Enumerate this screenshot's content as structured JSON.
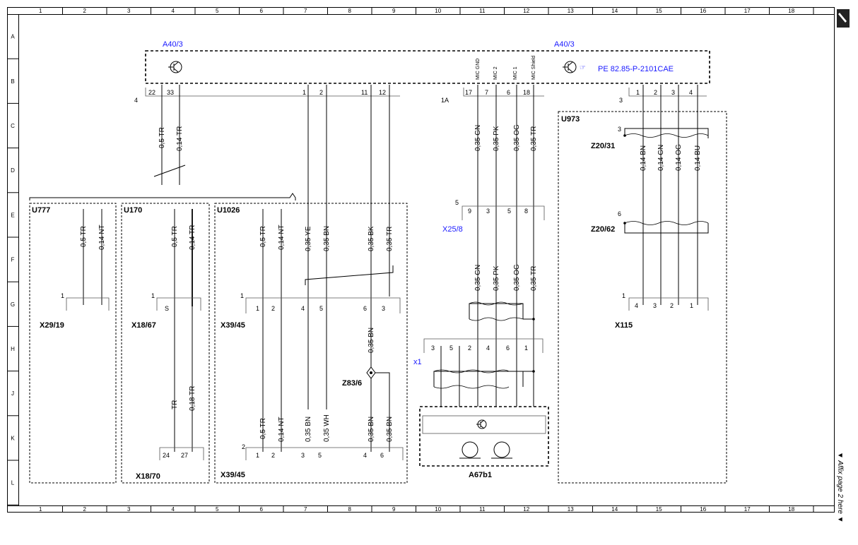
{
  "frame": {
    "columns": [
      "1",
      "2",
      "3",
      "4",
      "5",
      "6",
      "7",
      "8",
      "9",
      "10",
      "11",
      "12",
      "13",
      "14",
      "15",
      "16",
      "17",
      "18"
    ],
    "rows": [
      "A",
      "B",
      "C",
      "D",
      "E",
      "F",
      "G",
      "H",
      "J",
      "K",
      "L"
    ]
  },
  "components": {
    "a40_left": "A40/3",
    "a40_right": "A40/3",
    "pe_ref": "PE 82.85-P-2101CAE",
    "u777": "U777",
    "u170": "U170",
    "u1026": "U1026",
    "u973": "U973",
    "x25_8": "X25/8",
    "x1": "x1",
    "z20_31": "Z20/31",
    "z20_62": "Z20/62",
    "x115": "X115",
    "x29_19": "X29/19",
    "x18_67": "X18/67",
    "x39_45_top": "X39/45",
    "x39_45_bot": "X39/45",
    "x18_70_a": "X18/",
    "x18_70_b": "70",
    "z83_6": "Z83/6",
    "a67b1": "A67b1"
  },
  "connector_numbers": {
    "c4": "4",
    "c1a": "1A",
    "c3": "3",
    "c3_u973": "3",
    "c5": "5",
    "c6": "6",
    "c1_x29": "1",
    "c1_x18": "1",
    "c1_x39": "1",
    "c2_x39": "2",
    "c1_x115": "1"
  },
  "mic_labels": {
    "gnd": "MIC GND",
    "m2": "MIC 2",
    "m1": "MIC 1",
    "shield": "MIC Shield"
  },
  "pins": {
    "p22": "22",
    "p33": "33",
    "p1": "1",
    "p2": "2",
    "p11": "11",
    "p12": "12",
    "p17": "17",
    "p7": "7",
    "p6": "6",
    "p18": "18",
    "r1": "1",
    "r2": "2",
    "r3": "3",
    "r4": "4",
    "x25_9": "9",
    "x25_3": "3",
    "x25_5": "5",
    "x25_8": "8",
    "x39_1": "1",
    "x39_2": "2",
    "x39_4": "4",
    "x39_5": "5",
    "x39_6": "6",
    "x39_3": "3",
    "s": "S",
    "x1_3": "3",
    "x1_5": "5",
    "x1_2": "2",
    "x1_4": "4",
    "x1_6": "6",
    "x1_1": "1",
    "x115_4": "4",
    "x115_3": "3",
    "x115_2": "2",
    "x115_1": "1",
    "b_1": "1",
    "b_2": "2",
    "b_3": "3",
    "b_5": "5",
    "b_4": "4",
    "b_6": "6",
    "b_24": "24",
    "b_27": "27"
  },
  "wires": {
    "w_05tr_a": "0,5 TR",
    "w_014tr_a": "0,14 TR",
    "u777_1": "0,5 TR",
    "u777_2": "0,14 NT",
    "u170_1": "0,5 TR",
    "u170_2": "0,14 TR",
    "u1026_1": "0,5 TR",
    "u1026_2": "0,14 NT",
    "u1026_3": "0,35 YE",
    "u1026_4": "0,35 BN",
    "u1026_5": "0,35 BK",
    "u1026_6": "0,35 TR",
    "mic_1": "0,35 GN",
    "mic_2": "0,35 PK",
    "mic_3": "0,35 OG",
    "mic_4": "0,35 TR",
    "mic2_1": "0,35 GN",
    "mic2_2": "0,35 PK",
    "mic2_3": "0,35 OG",
    "mic2_4": "0,35 TR",
    "u973_1": "0,14 BN",
    "u973_2": "0,14 GN",
    "u973_3": "0,14 OG",
    "u973_4": "0,14 BU",
    "x39_bn": "0,35 BN",
    "tr": "TR",
    "t018": "0,18 TR",
    "bot_1": "0,5 TR",
    "bot_2": "0,14 NT",
    "bot_3": "0,35 BN",
    "bot_4": "0,35 WH",
    "bot_5": "0,35 BN",
    "bot_6": "0,35 BN"
  },
  "side_note": "▼ Affix page 2 here ▼"
}
